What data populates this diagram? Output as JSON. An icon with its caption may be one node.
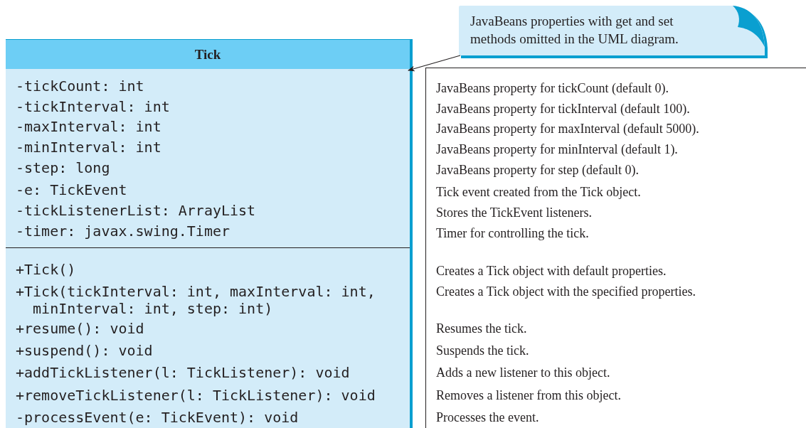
{
  "diagram": {
    "nodes": [
      {
        "text": [
          "Tick"
        ]
      },
      {
        "text": [
          "-tickCount: int",
          "-tickInterval: int",
          "-maxInterval: int",
          "-minInterval: int",
          "-step: long",
          "-e: TickEvent",
          "-tickListenerList: ArrayList",
          "-timer: javax.swing.Timer"
        ],
        "in": 0
      },
      {
        "text": [
          "+Tick()",
          "+Tick(tickInterval: int, maxInterval: int, minInterval: int, step: int)",
          "+resume(): void",
          "+suspend(): void",
          "+addTickListener(l: TickListener): void",
          "+removeTickListener(l: TickListener): void",
          "-processEvent(e: TickEvent): void"
        ],
        "in": 0
      },
      {
        "text": [
          "JavaBeans properties with get and set methods omitted in the UML diagram."
        ]
      },
      {
        "text": [
          "JavaBeans property for tickCount (default 0).",
          "JavaBeans property for tickInterval (default 100).",
          "JavaBeans property for maxInterval (default 5000).",
          "JavaBeans property for minInterval (default 1).",
          "JavaBeans property for step (default 0).",
          "Tick event created from the Tick object.",
          "Stores the TickEvent listeners.",
          "Timer for controlling the tick.",
          "Creates a Tick object with default properties.",
          "Creates a Tick object with the specified properties.",
          "Resumes the tick.",
          "Suspends the tick.",
          "Adds a new listener to this object.",
          "Removes a listener from this object.",
          "Processes the event."
        ]
      }
    ],
    "edges": [
      {
        "from": 3,
        "to": 1,
        "arrow": "to"
      }
    ]
  }
}
